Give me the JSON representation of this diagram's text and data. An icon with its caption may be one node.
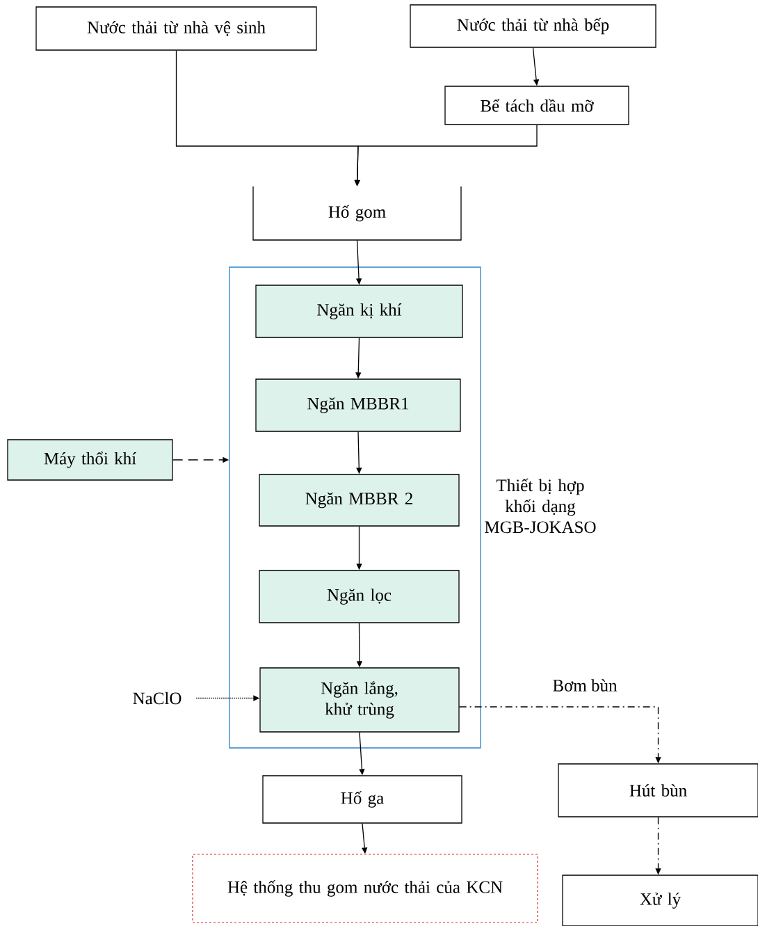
{
  "diagram": {
    "nodes": [
      {
        "text": [
          "Nước thải từ nhà vệ sinh"
        ]
      },
      {
        "text": [
          "Nước thải từ nhà bếp"
        ]
      },
      {
        "text": [
          "Bể tách dầu mỡ"
        ]
      },
      {
        "text": [
          "Hố gom"
        ]
      },
      {
        "text": [
          "Thiết bị hợp khối dạng MGB-JOKASO"
        ]
      },
      {
        "text": [
          "Ngăn kị khí"
        ],
        "in": 4
      },
      {
        "text": [
          "Ngăn MBBR1"
        ],
        "in": 4
      },
      {
        "text": [
          "Ngăn MBBR 2"
        ],
        "in": 4
      },
      {
        "text": [
          "Ngăn lọc"
        ],
        "in": 4
      },
      {
        "text": [
          "Ngăn lắng, khử trùng"
        ],
        "in": 4
      },
      {
        "text": [
          "Máy thổi khí"
        ]
      },
      {
        "text": [
          "NaClO"
        ]
      },
      {
        "text": [
          "Hố ga"
        ]
      },
      {
        "text": [
          "Hệ thống thu gom nước thải của KCN"
        ]
      },
      {
        "text": [
          "Hút bùn"
        ]
      },
      {
        "text": [
          "Xử lý"
        ]
      }
    ],
    "edges": [
      {
        "from": 0,
        "to": 3,
        "arrow": "to"
      },
      {
        "from": 1,
        "to": 2,
        "arrow": "to"
      },
      {
        "from": 2,
        "to": 3,
        "arrow": "to"
      },
      {
        "from": 3,
        "to": 5,
        "arrow": "to"
      },
      {
        "from": 5,
        "to": 6,
        "arrow": "to"
      },
      {
        "from": 6,
        "to": 7,
        "arrow": "to"
      },
      {
        "from": 7,
        "to": 8,
        "arrow": "to"
      },
      {
        "from": 8,
        "to": 9,
        "arrow": "to"
      },
      {
        "from": 10,
        "to": 4,
        "arrow": "to",
        "style": "dashed"
      },
      {
        "from": 11,
        "to": 9,
        "arrow": "to",
        "style": "dashed"
      },
      {
        "from": 9,
        "to": 12,
        "arrow": "to"
      },
      {
        "from": 12,
        "to": 13,
        "arrow": "to"
      },
      {
        "from": 9,
        "to": 14,
        "arrow": "to",
        "style": "dashed",
        "label": "Bơm bùn"
      },
      {
        "from": 14,
        "to": 15,
        "arrow": "to",
        "style": "dashed"
      }
    ]
  }
}
